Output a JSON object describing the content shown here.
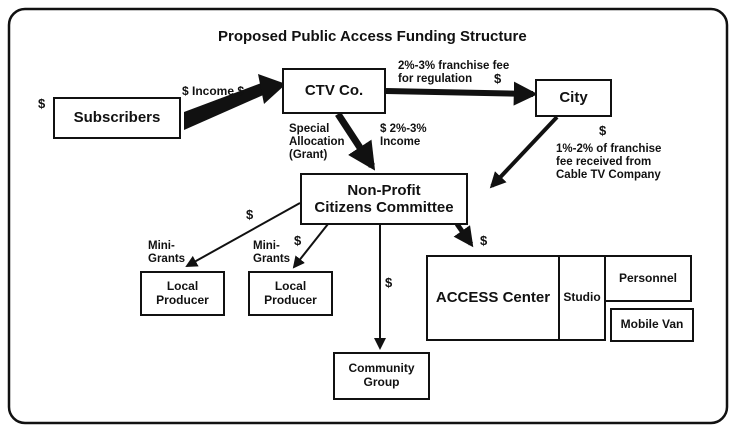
{
  "title": "Proposed Public Access Funding Structure",
  "nodes": {
    "subscribers": "Subscribers",
    "ctv": "CTV Co.",
    "city": "City",
    "nonprofit_line1": "Non-Profit",
    "nonprofit_line2": "Citizens Committee",
    "local_producer_1_line1": "Local",
    "local_producer_1_line2": "Producer",
    "local_producer_2_line1": "Local",
    "local_producer_2_line2": "Producer",
    "access_center": "ACCESS Center",
    "studio": "Studio",
    "personnel": "Personnel",
    "mobile_van": "Mobile Van",
    "community_line1": "Community",
    "community_line2": "Group"
  },
  "labels": {
    "dollar": "$",
    "income": "$ Income $",
    "franchise_line1": "2%-3% franchise fee",
    "franchise_line2": "for regulation",
    "special_line1": "Special",
    "special_line2": "Allocation",
    "special_line3": "(Grant)",
    "income_pct_line1": "$ 2%-3%",
    "income_pct_line2": "Income",
    "city_fee_line1": "1%-2% of franchise",
    "city_fee_line2": "fee received from",
    "city_fee_line3": "Cable TV Company",
    "minigrants_line1": "Mini-",
    "minigrants_line2": "Grants"
  }
}
